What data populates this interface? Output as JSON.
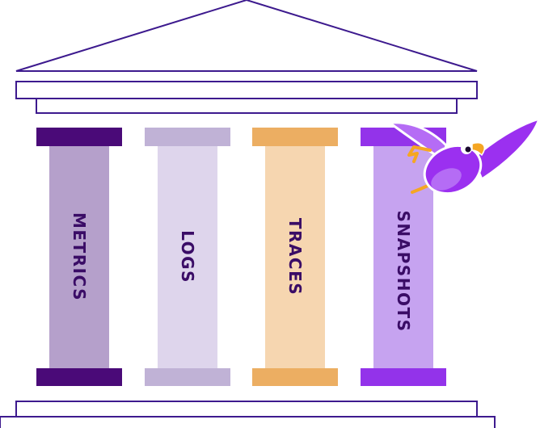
{
  "colors": {
    "outline": "#3d1a8e",
    "background": "#ffffff"
  },
  "pillars": [
    {
      "label": "METRICS",
      "cap_color": "#4a0a78",
      "shaft_color": "#b5a0cb",
      "text_color": "#3a0c66"
    },
    {
      "label": "LOGS",
      "cap_color": "#c0b2d6",
      "shaft_color": "#ded5ec",
      "text_color": "#3a0c66"
    },
    {
      "label": "TRACES",
      "cap_color": "#ecae62",
      "shaft_color": "#f6d6b0",
      "text_color": "#3a0c66"
    },
    {
      "label": "SNAPSHOTS",
      "cap_color": "#9333ea",
      "shaft_color": "#c6a3f0",
      "text_color": "#3a0c66"
    }
  ],
  "mascot": {
    "icon": "purple-bird-icon",
    "body_color": "#9b30f0",
    "beak_color": "#f5a623"
  }
}
